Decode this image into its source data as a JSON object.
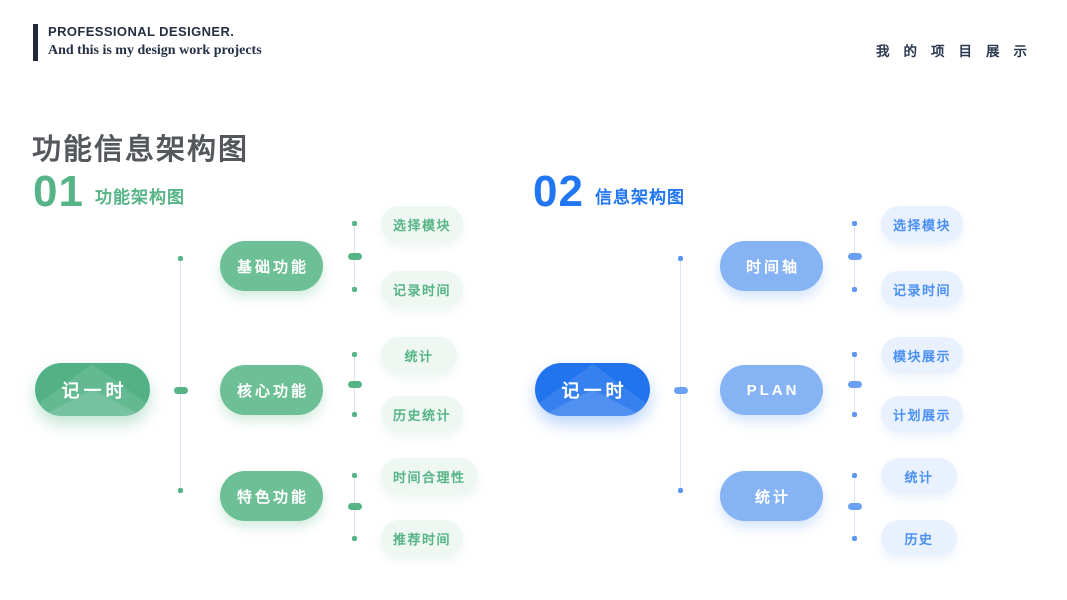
{
  "header": {
    "brand_title": "PROFESSIONAL DESIGNER.",
    "brand_subtitle": "And this is my design work projects",
    "nav_text": "我的项目展示"
  },
  "page_title": "功能信息架构图",
  "colors": {
    "green_accent": "#56b487",
    "green_root": "#52b286",
    "green_branch": "#6dc095",
    "green_leaf_bg": "#eef7f1",
    "blue_accent": "#2176f3",
    "blue_root": "#2173ee",
    "blue_branch": "#85b3f4",
    "blue_leaf_bg": "#e9f1fe",
    "header_text": "#253044",
    "title_text": "#54575c",
    "connector_line": "#d9e3f1"
  },
  "diagrams": [
    {
      "number": "01",
      "title": "功能架构图",
      "root": "记一时",
      "branches": [
        {
          "label": "基础功能",
          "children": [
            "选择模块",
            "记录时间"
          ]
        },
        {
          "label": "核心功能",
          "children": [
            "统计",
            "历史统计"
          ]
        },
        {
          "label": "特色功能",
          "children": [
            "时间合理性",
            "推荐时间"
          ]
        }
      ]
    },
    {
      "number": "02",
      "title": "信息架构图",
      "root": "记一时",
      "branches": [
        {
          "label": "时间轴",
          "children": [
            "选择模块",
            "记录时间"
          ]
        },
        {
          "label": "PLAN",
          "children": [
            "模块展示",
            "计划展示"
          ]
        },
        {
          "label": "统计",
          "children": [
            "统计",
            "历史"
          ]
        }
      ]
    }
  ]
}
